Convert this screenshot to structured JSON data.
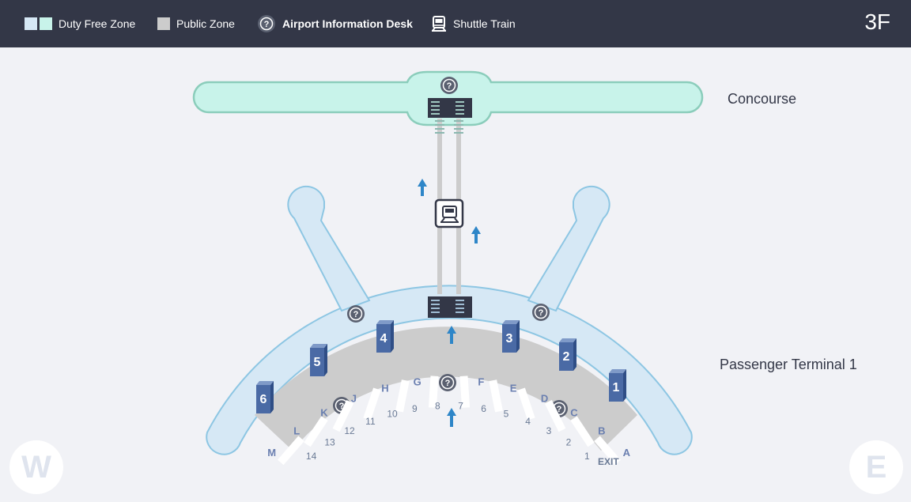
{
  "legend": {
    "duty_free": "Duty Free Zone",
    "public": "Public Zone",
    "info_desk": "Airport Information Desk",
    "shuttle": "Shuttle Train"
  },
  "floor": "3F",
  "labels": {
    "concourse": "Concourse",
    "terminal": "Passenger Terminal 1",
    "exit": "EXIT"
  },
  "compass": {
    "west": "W",
    "east": "E"
  },
  "colors": {
    "duty_free_fill": "#d6e8f5",
    "duty_free_fill_2": "#c8f3ea",
    "duty_free_stroke": "#8dc6e3",
    "public": "#cccccc",
    "gate_marker": "#4a6aa5",
    "arrow": "#2e86c8",
    "header": "#333747"
  },
  "gates": [
    "1",
    "2",
    "3",
    "4",
    "5",
    "6",
    "7",
    "8",
    "9",
    "10",
    "11",
    "12",
    "13",
    "14"
  ],
  "checkin_counters": [
    "A",
    "B",
    "C",
    "D",
    "E",
    "F",
    "G",
    "H",
    "J",
    "K",
    "L",
    "M"
  ],
  "zone_markers": [
    "1",
    "2",
    "3",
    "4",
    "5",
    "6"
  ]
}
